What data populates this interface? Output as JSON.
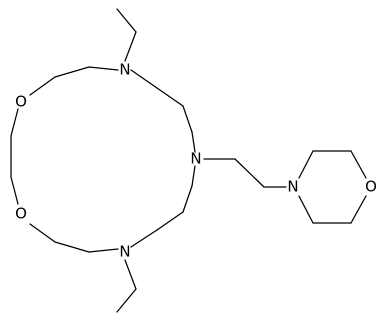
{
  "diagram": {
    "type": "chemical structure",
    "style": {
      "background": "#ffffff",
      "bond_color": "#000000",
      "label_color": "#000000"
    },
    "atom_labels": {
      "n_top": "N",
      "n_middle": "N",
      "n_bottom": "N",
      "n_morpholine": "N",
      "o_ring_upper": "O",
      "o_ring_lower": "O",
      "o_morpholine": "O"
    }
  }
}
